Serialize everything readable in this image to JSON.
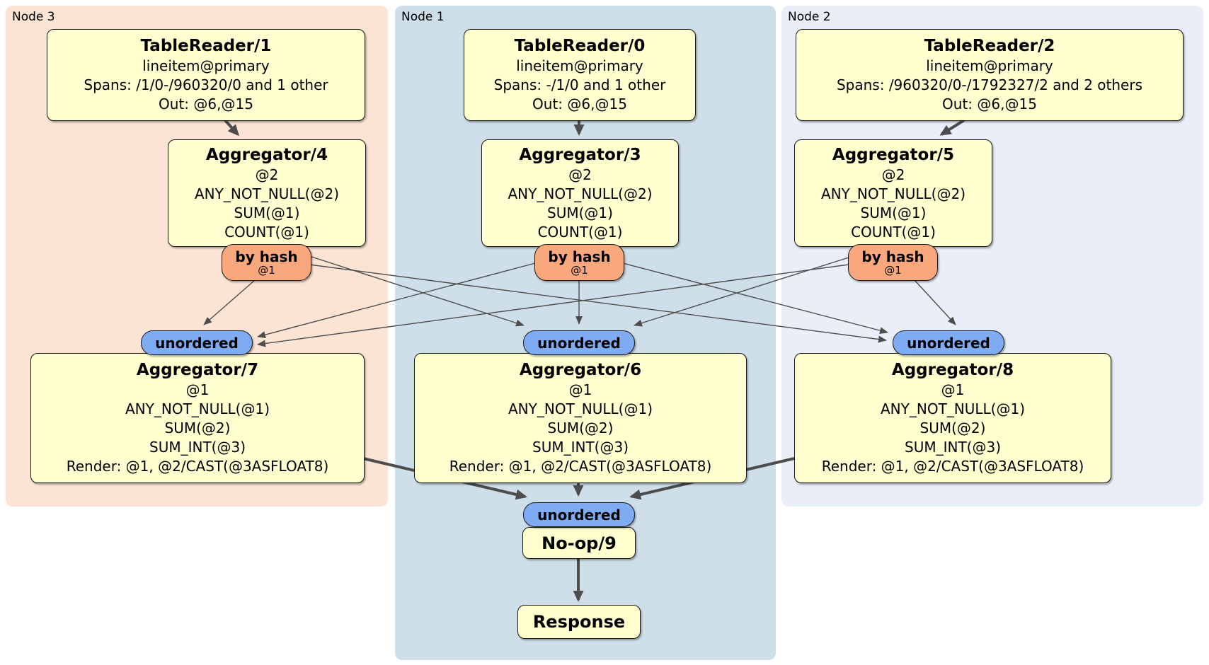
{
  "node3": {
    "label": "Node 3",
    "table_reader": {
      "title": "TableReader/1",
      "source": "lineitem@primary",
      "spans": "Spans: /1/0-/960320/0 and 1 other",
      "out": "Out: @6,@15"
    },
    "aggregator_top": {
      "title": "Aggregator/4",
      "lines": [
        "@2",
        "ANY_NOT_NULL(@2)",
        "SUM(@1)",
        "COUNT(@1)"
      ]
    },
    "router": {
      "label": "by hash",
      "columns": "@1"
    },
    "sync": {
      "label": "unordered"
    },
    "aggregator_bottom": {
      "title": "Aggregator/7",
      "lines": [
        "@1",
        "ANY_NOT_NULL(@1)",
        "SUM(@2)",
        "SUM_INT(@3)",
        "Render: @1, @2/CAST(@3ASFLOAT8)"
      ]
    }
  },
  "node1": {
    "label": "Node 1",
    "table_reader": {
      "title": "TableReader/0",
      "source": "lineitem@primary",
      "spans": "Spans: -/1/0 and 1 other",
      "out": "Out: @6,@15"
    },
    "aggregator_top": {
      "title": "Aggregator/3",
      "lines": [
        "@2",
        "ANY_NOT_NULL(@2)",
        "SUM(@1)",
        "COUNT(@1)"
      ]
    },
    "router": {
      "label": "by hash",
      "columns": "@1"
    },
    "sync": {
      "label": "unordered"
    },
    "aggregator_bottom": {
      "title": "Aggregator/6",
      "lines": [
        "@1",
        "ANY_NOT_NULL(@1)",
        "SUM(@2)",
        "SUM_INT(@3)",
        "Render: @1, @2/CAST(@3ASFLOAT8)"
      ]
    },
    "final_sync": {
      "label": "unordered"
    },
    "noop": {
      "title": "No-op/9"
    },
    "response": {
      "title": "Response"
    }
  },
  "node2": {
    "label": "Node 2",
    "table_reader": {
      "title": "TableReader/2",
      "source": "lineitem@primary",
      "spans": "Spans: /960320/0-/1792327/2 and 2 others",
      "out": "Out: @6,@15"
    },
    "aggregator_top": {
      "title": "Aggregator/5",
      "lines": [
        "@2",
        "ANY_NOT_NULL(@2)",
        "SUM(@1)",
        "COUNT(@1)"
      ]
    },
    "router": {
      "label": "by hash",
      "columns": "@1"
    },
    "sync": {
      "label": "unordered"
    },
    "aggregator_bottom": {
      "title": "Aggregator/8",
      "lines": [
        "@1",
        "ANY_NOT_NULL(@1)",
        "SUM(@2)",
        "SUM_INT(@3)",
        "Render: @1, @2/CAST(@3ASFLOAT8)"
      ]
    }
  },
  "colors": {
    "node3_bg": "#fce4d4",
    "node1_bg": "#cfdfe9",
    "node2_bg": "#e9eef8",
    "box_bg": "#ffffd0",
    "router_bg": "#f8a87c",
    "sync_bg": "#7fabf2",
    "edge": "#4d4d4d"
  }
}
